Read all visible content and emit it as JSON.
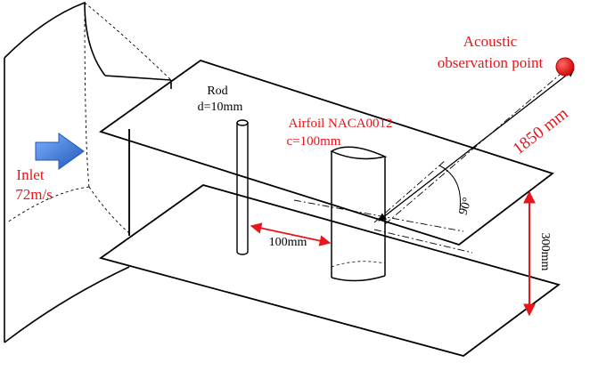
{
  "labels": {
    "acoustic_line1": "Acoustic",
    "acoustic_line2": "observation point",
    "distance": "1850 mm",
    "rod_line1": "Rod",
    "rod_line2": "d=10mm",
    "airfoil_line1": "Airfoil NACA0012",
    "airfoil_line2": "c=100mm",
    "inlet_line1": "Inlet",
    "inlet_line2": "72m/s",
    "spacing": "100mm",
    "angle": "90°",
    "height": "300mm"
  },
  "colors": {
    "annotation": "#e8161b",
    "arrow": "#2f6fd1",
    "line": "#000000",
    "observation_point": "#e8161b"
  },
  "icons": {
    "inlet": "blue-flow-arrow-icon",
    "observer": "red-dot-icon"
  }
}
